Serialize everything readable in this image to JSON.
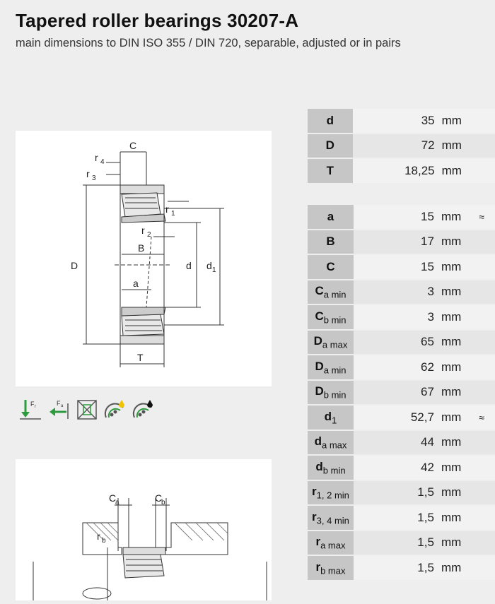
{
  "title": "Tapered roller bearings 30207-A",
  "subtitle": "main dimensions to DIN ISO 355 / DIN 720, separable, adjusted or in pairs",
  "drawing_labels": {
    "C": "C",
    "r4": "r",
    "r4_sub": "4",
    "r3": "r",
    "r3_sub": "3",
    "r1": "r",
    "r1_sub": "1",
    "r2": "r",
    "r2_sub": "2",
    "B": "B",
    "D": "D",
    "d": "d",
    "d1": "d",
    "d1_sub": "1",
    "a": "a",
    "T": "T",
    "Ca": "C",
    "Ca_sub": "a",
    "Cb": "C",
    "Cb_sub": "b",
    "rb": "r",
    "rb_sub": "b"
  },
  "icons": [
    {
      "name": "radial-load-icon",
      "label": "F",
      "sub": "r"
    },
    {
      "name": "axial-load-icon",
      "label": "F",
      "sub": "a"
    },
    {
      "name": "no-sealing-icon"
    },
    {
      "name": "grease-lubrication-icon"
    },
    {
      "name": "oil-lubrication-icon"
    }
  ],
  "table_main": [
    {
      "sym": "d",
      "sub": "",
      "value": "35",
      "unit": "mm",
      "approx": ""
    },
    {
      "sym": "D",
      "sub": "",
      "value": "72",
      "unit": "mm",
      "approx": ""
    },
    {
      "sym": "T",
      "sub": "",
      "value": "18,25",
      "unit": "mm",
      "approx": ""
    }
  ],
  "table_detail": [
    {
      "sym": "a",
      "sub": "",
      "value": "15",
      "unit": "mm",
      "approx": "≈"
    },
    {
      "sym": "B",
      "sub": "",
      "value": "17",
      "unit": "mm",
      "approx": ""
    },
    {
      "sym": "C",
      "sub": "",
      "value": "15",
      "unit": "mm",
      "approx": ""
    },
    {
      "sym": "C",
      "sub": "a min",
      "value": "3",
      "unit": "mm",
      "approx": ""
    },
    {
      "sym": "C",
      "sub": "b min",
      "value": "3",
      "unit": "mm",
      "approx": ""
    },
    {
      "sym": "D",
      "sub": "a max",
      "value": "65",
      "unit": "mm",
      "approx": ""
    },
    {
      "sym": "D",
      "sub": "a min",
      "value": "62",
      "unit": "mm",
      "approx": ""
    },
    {
      "sym": "D",
      "sub": "b min",
      "value": "67",
      "unit": "mm",
      "approx": ""
    },
    {
      "sym": "d",
      "sub": "1",
      "value": "52,7",
      "unit": "mm",
      "approx": "≈"
    },
    {
      "sym": "d",
      "sub": "a max",
      "value": "44",
      "unit": "mm",
      "approx": ""
    },
    {
      "sym": "d",
      "sub": "b min",
      "value": "42",
      "unit": "mm",
      "approx": ""
    },
    {
      "sym": "r",
      "sub": "1, 2 min",
      "value": "1,5",
      "unit": "mm",
      "approx": ""
    },
    {
      "sym": "r",
      "sub": "3, 4 min",
      "value": "1,5",
      "unit": "mm",
      "approx": ""
    },
    {
      "sym": "r",
      "sub": "a max",
      "value": "1,5",
      "unit": "mm",
      "approx": ""
    },
    {
      "sym": "r",
      "sub": "b max",
      "value": "1,5",
      "unit": "mm",
      "approx": ""
    }
  ],
  "colors": {
    "background": "#eeeeee",
    "symbol_cell": "#c6c6c6",
    "icon_green": "#2e9a3e",
    "icon_yellow": "#f0c400"
  }
}
